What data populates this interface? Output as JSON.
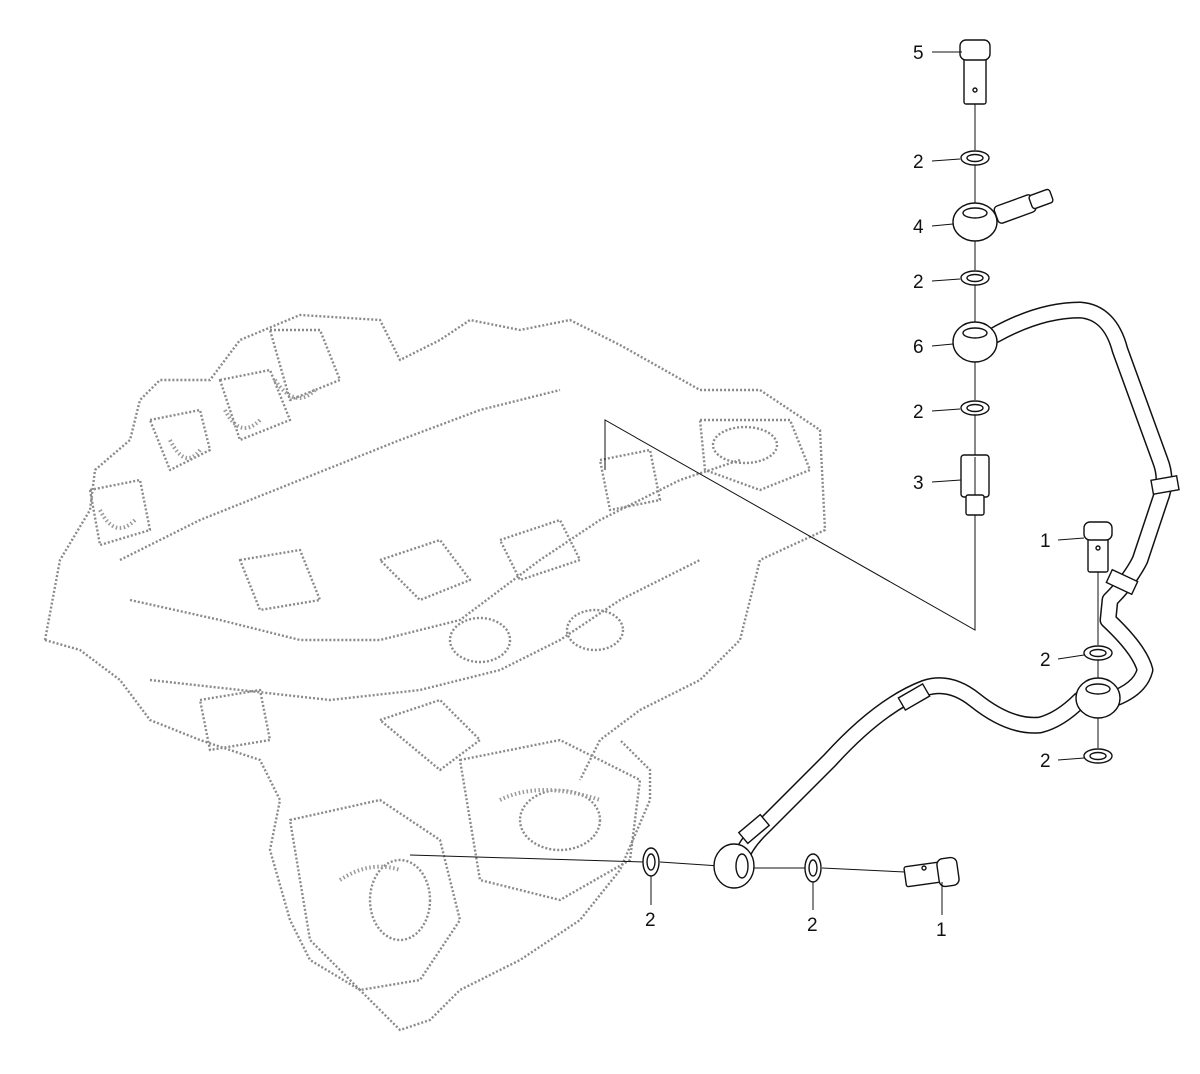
{
  "callouts": {
    "c1a": "1",
    "c1b": "1",
    "c2a": "2",
    "c2b": "2",
    "c2c": "2",
    "c2d": "2",
    "c2e": "2",
    "c2f": "2",
    "c2g": "2",
    "c3": "3",
    "c4": "4",
    "c5": "5",
    "c6": "6"
  }
}
